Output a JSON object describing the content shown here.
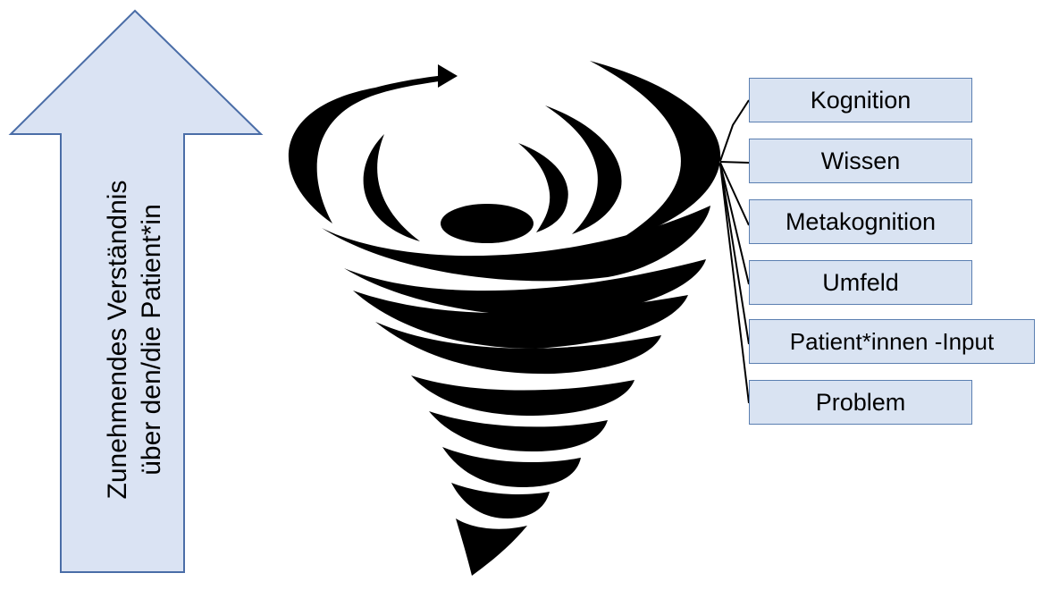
{
  "arrow": {
    "line1": "Zunehmendes Verständnis",
    "line2": "über den/die Patient*in",
    "fill": "#dae3f3",
    "stroke": "#4a6da7"
  },
  "tornado": {
    "icon": "tornado-icon",
    "color": "#000000"
  },
  "labels": {
    "box_fill": "#d9e3f2",
    "box_stroke": "#5b7fb1",
    "items": [
      "Kognition",
      "Wissen",
      "Metakognition",
      "Umfeld",
      "Patient*innen -Input",
      "Problem"
    ]
  }
}
